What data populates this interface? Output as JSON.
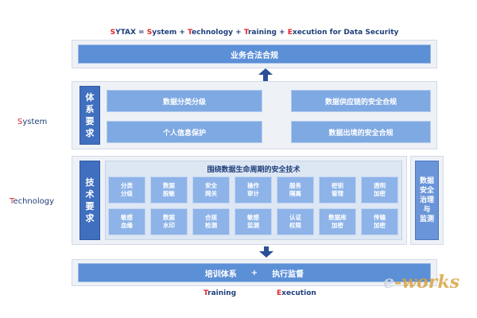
{
  "title": {
    "s1": "S",
    "t1": "YTAX = ",
    "s2": "S",
    "t2": "ystem + ",
    "s3": "T",
    "t3": "echnology + ",
    "s4": "T",
    "t4": "raining + ",
    "s5": "E",
    "t5": "xecution for Data Security"
  },
  "side_labels": {
    "system": {
      "first": "S",
      "rest": "ystem"
    },
    "technology": {
      "first": "T",
      "rest": "echnology"
    }
  },
  "top_bar": "业务合法合规",
  "system": {
    "head": [
      "体",
      "系",
      "要",
      "求"
    ],
    "items": [
      "数据分类分级",
      "数据供应链的安全合规",
      "个人信息保护",
      "数据出境的安全合规"
    ]
  },
  "technology": {
    "head": [
      "技",
      "术",
      "要",
      "求"
    ],
    "header": "围绕数据生命周期的安全技术",
    "row1": [
      [
        "分类",
        "分级"
      ],
      [
        "数据",
        "脱敏"
      ],
      [
        "安全",
        "网关"
      ],
      [
        "操作",
        "审计"
      ],
      [
        "服务",
        "隔离"
      ],
      [
        "密钥",
        "管理"
      ],
      [
        "透明",
        "加密"
      ]
    ],
    "row2": [
      [
        "敏感",
        "血缘"
      ],
      [
        "数据",
        "水印"
      ],
      [
        "合规",
        "检测"
      ],
      [
        "敏感",
        "监测"
      ],
      [
        "认证",
        "权限"
      ],
      [
        "数据库",
        "加密"
      ],
      [
        "传输",
        "加密"
      ]
    ],
    "governance": [
      "数据",
      "安全",
      "治理",
      "与",
      "监测"
    ]
  },
  "bottom_bar": {
    "left": "培训体系",
    "plus": "+",
    "right": "执行监督"
  },
  "bottom_labels": {
    "training": {
      "first": "T",
      "rest": "raining"
    },
    "execution": {
      "first": "E",
      "rest": "xecution"
    }
  },
  "logo": {
    "e": "e",
    "rest": "-works"
  },
  "colors": {
    "accent_red": "#e0262a",
    "dark_blue": "#3f6fbe",
    "mid_blue": "#5b8fd6",
    "light_blue": "#8db3e8"
  }
}
